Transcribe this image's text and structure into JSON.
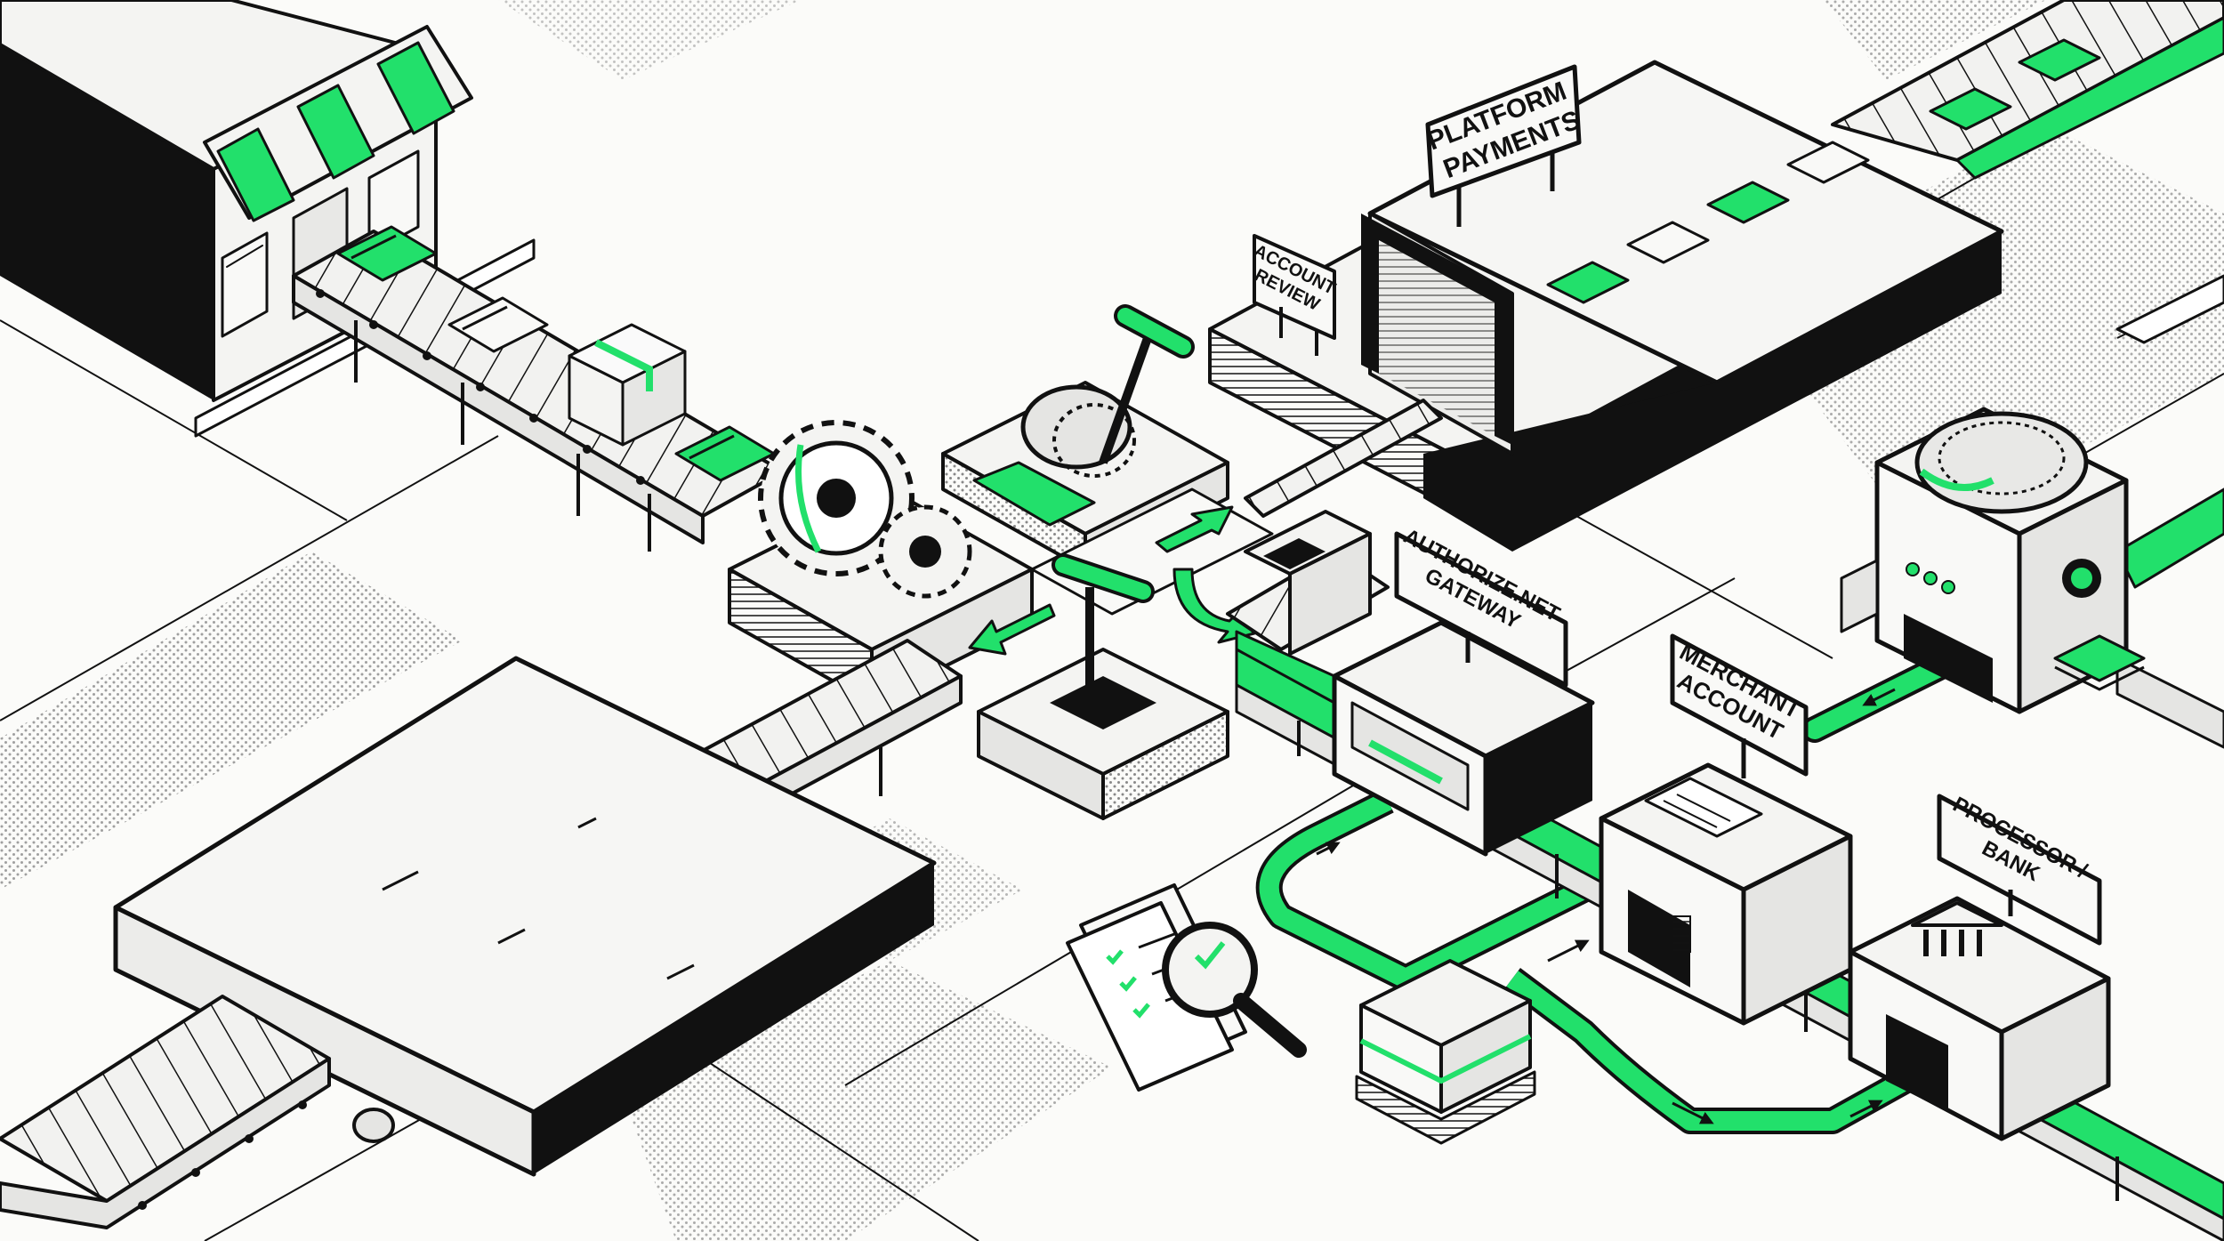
{
  "colors": {
    "accent": "#22e06b",
    "ink": "#111111",
    "paper": "#fbfbf9",
    "halftone": "#9a9a9a"
  },
  "signs": {
    "platform_payments": [
      "PLATFORM",
      "PAYMENTS"
    ],
    "account_review": [
      "ACCOUNT",
      "REVIEW"
    ],
    "gateway": [
      "AUTHORIZE.NET",
      "GATEWAY"
    ],
    "merchant_account": [
      "MERCHANT",
      "ACCOUNT"
    ],
    "processor_bank": [
      "PROCESSOR /",
      "BANK"
    ]
  },
  "icons": {
    "storefront": "storefront-icon",
    "card": "credit-card-icon",
    "package": "package-box-icon",
    "gear": "gear-icon",
    "lever": "lever-icon",
    "checklist": "checklist-document-icon",
    "magnifier": "magnifying-glass-icon",
    "bank": "bank-building-icon",
    "vault": "vault-safe-icon",
    "cash": "cash-stack-icon"
  }
}
